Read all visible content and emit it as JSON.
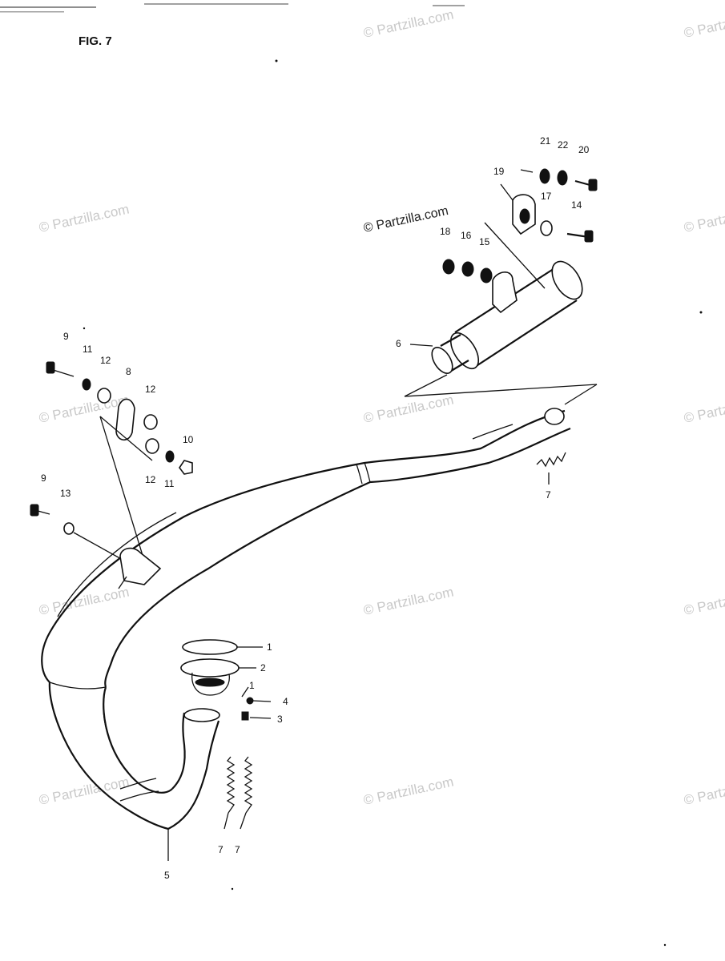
{
  "figure_label": "FIG. 7",
  "watermark": "© Partzilla.com",
  "callouts": [
    {
      "id": "c1",
      "text": "1"
    },
    {
      "id": "c1b",
      "text": "1"
    },
    {
      "id": "c2",
      "text": "2"
    },
    {
      "id": "c3",
      "text": "3"
    },
    {
      "id": "c4",
      "text": "4"
    },
    {
      "id": "c5",
      "text": "5"
    },
    {
      "id": "c6",
      "text": "6"
    },
    {
      "id": "c7a",
      "text": "7"
    },
    {
      "id": "c7b",
      "text": "7"
    },
    {
      "id": "c7c",
      "text": "7"
    },
    {
      "id": "c8",
      "text": "8"
    },
    {
      "id": "c9a",
      "text": "9"
    },
    {
      "id": "c9b",
      "text": "9"
    },
    {
      "id": "c10",
      "text": "10"
    },
    {
      "id": "c11a",
      "text": "11"
    },
    {
      "id": "c11b",
      "text": "11"
    },
    {
      "id": "c12a",
      "text": "12"
    },
    {
      "id": "c12b",
      "text": "12"
    },
    {
      "id": "c12c",
      "text": "12"
    },
    {
      "id": "c13",
      "text": "13"
    },
    {
      "id": "c14",
      "text": "14"
    },
    {
      "id": "c15",
      "text": "15"
    },
    {
      "id": "c16",
      "text": "16"
    },
    {
      "id": "c17",
      "text": "17"
    },
    {
      "id": "c18",
      "text": "18"
    },
    {
      "id": "c19",
      "text": "19"
    },
    {
      "id": "c20",
      "text": "20"
    },
    {
      "id": "c21",
      "text": "21"
    },
    {
      "id": "c22",
      "text": "22"
    }
  ]
}
